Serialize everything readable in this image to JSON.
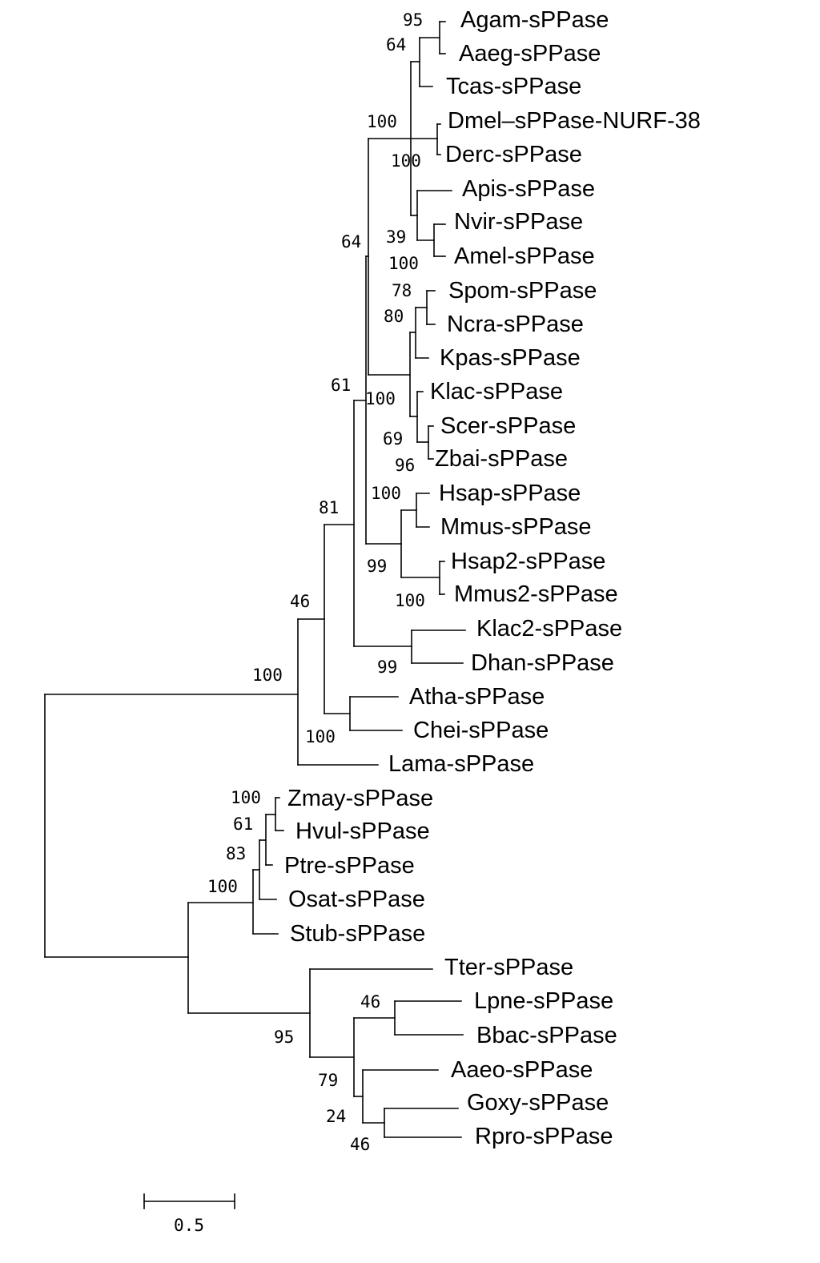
{
  "tree": {
    "taxa": [
      "Agam-sPPase",
      "Aaeg-sPPase",
      "Tcas-sPPase",
      "Dmel–sPPase-NURF-38",
      "Derc-sPPase",
      "Apis-sPPase",
      "Nvir-sPPase",
      "Amel-sPPase",
      "Spom-sPPase",
      "Ncra-sPPase",
      "Kpas-sPPase",
      "Klac-sPPase",
      "Scer-sPPase",
      "Zbai-sPPase",
      "Hsap-sPPase",
      "Mmus-sPPase",
      "Hsap2-sPPase",
      "Mmus2-sPPase",
      "Klac2-sPPase",
      "Dhan-sPPase",
      "Atha-sPPase",
      "Chei-sPPase",
      "Lama-sPPase",
      "Zmay-sPPase",
      "Hvul-sPPase",
      "Ptre-sPPase",
      "Osat-sPPase",
      "Stub-sPPase",
      "Tter-sPPase",
      "Lpne-sPPase",
      "Bbac-sPPase",
      "Aaeo-sPPase",
      "Goxy-sPPase",
      "Rpro-sPPase"
    ],
    "bootstrap": [
      "95",
      "64",
      "100",
      "100",
      "39",
      "100",
      "64",
      "78",
      "80",
      "100",
      "69",
      "96",
      "61",
      "100",
      "99",
      "100",
      "81",
      "99",
      "46",
      "100",
      "100",
      "100",
      "61",
      "83",
      "100",
      "46",
      "95",
      "79",
      "24",
      "46"
    ],
    "scale_bar_label": "0.5"
  }
}
